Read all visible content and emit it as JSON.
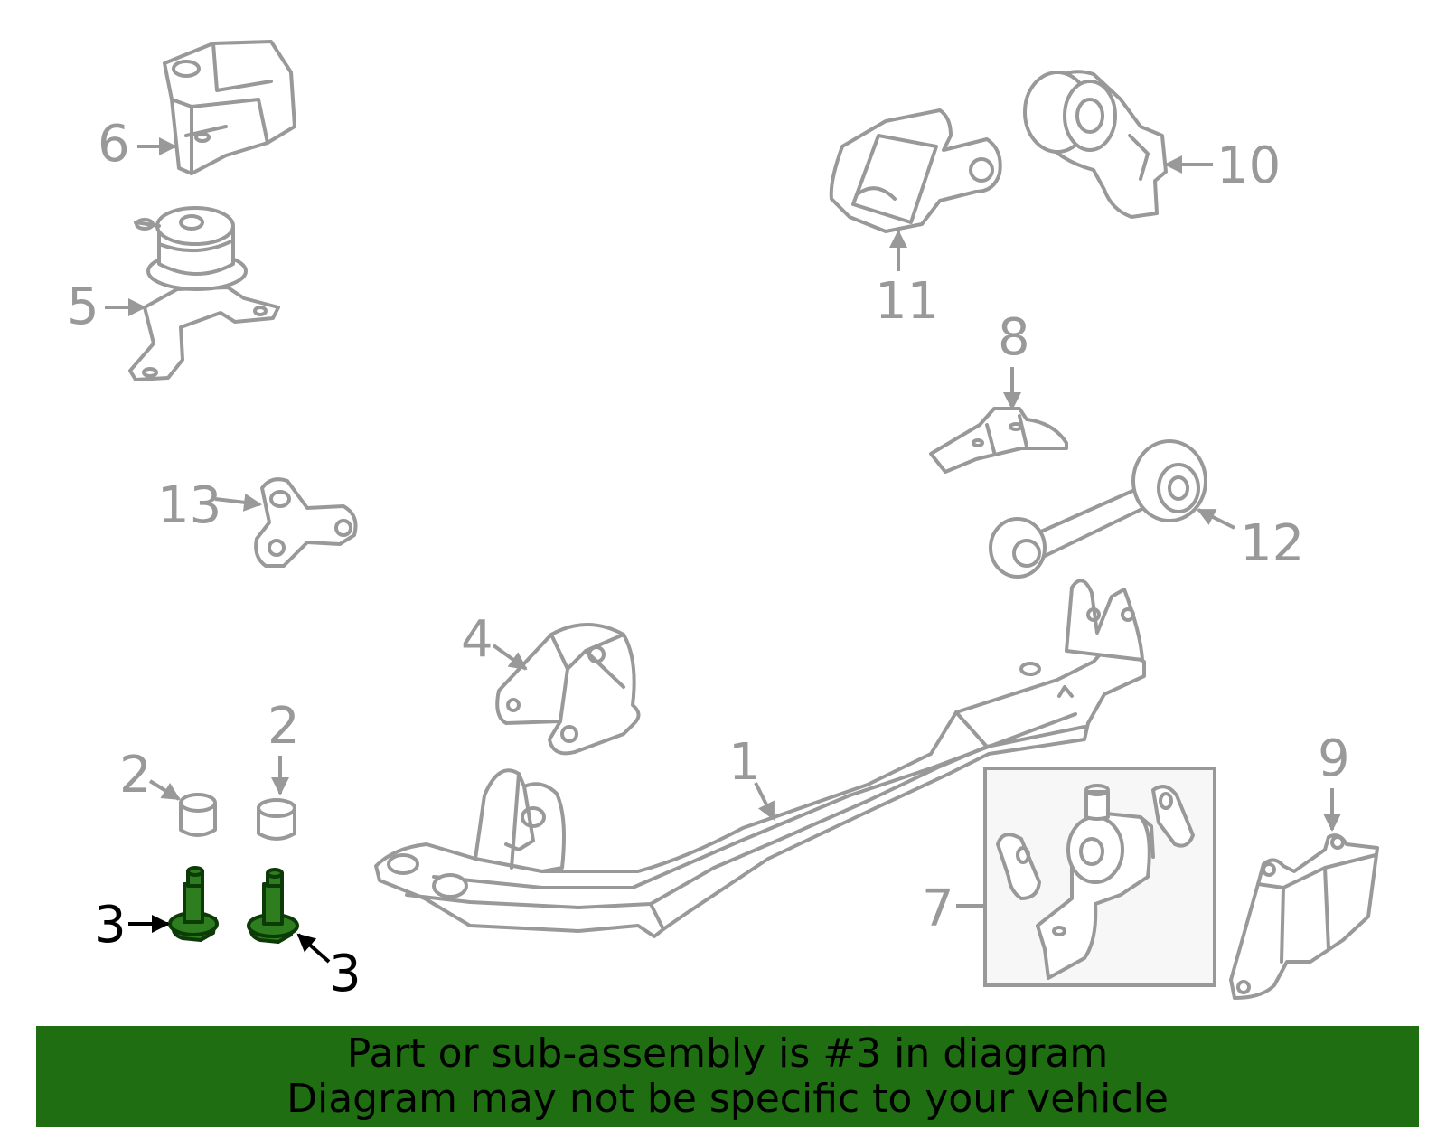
{
  "highlight_color": "#2e7d1e",
  "banner": {
    "background": "#1f6f12",
    "line1": "Part or sub-assembly is #3 in diagram",
    "line2": "Diagram may not be specific to your vehicle"
  },
  "callouts": {
    "p1": "1",
    "p2a": "2",
    "p2b": "2",
    "p3a": "3",
    "p3b": "3",
    "p4": "4",
    "p5": "5",
    "p6": "6",
    "p7": "7",
    "p8": "8",
    "p9": "9",
    "p10": "10",
    "p11": "11",
    "p12": "12",
    "p13": "13"
  },
  "highlighted_part": "3"
}
